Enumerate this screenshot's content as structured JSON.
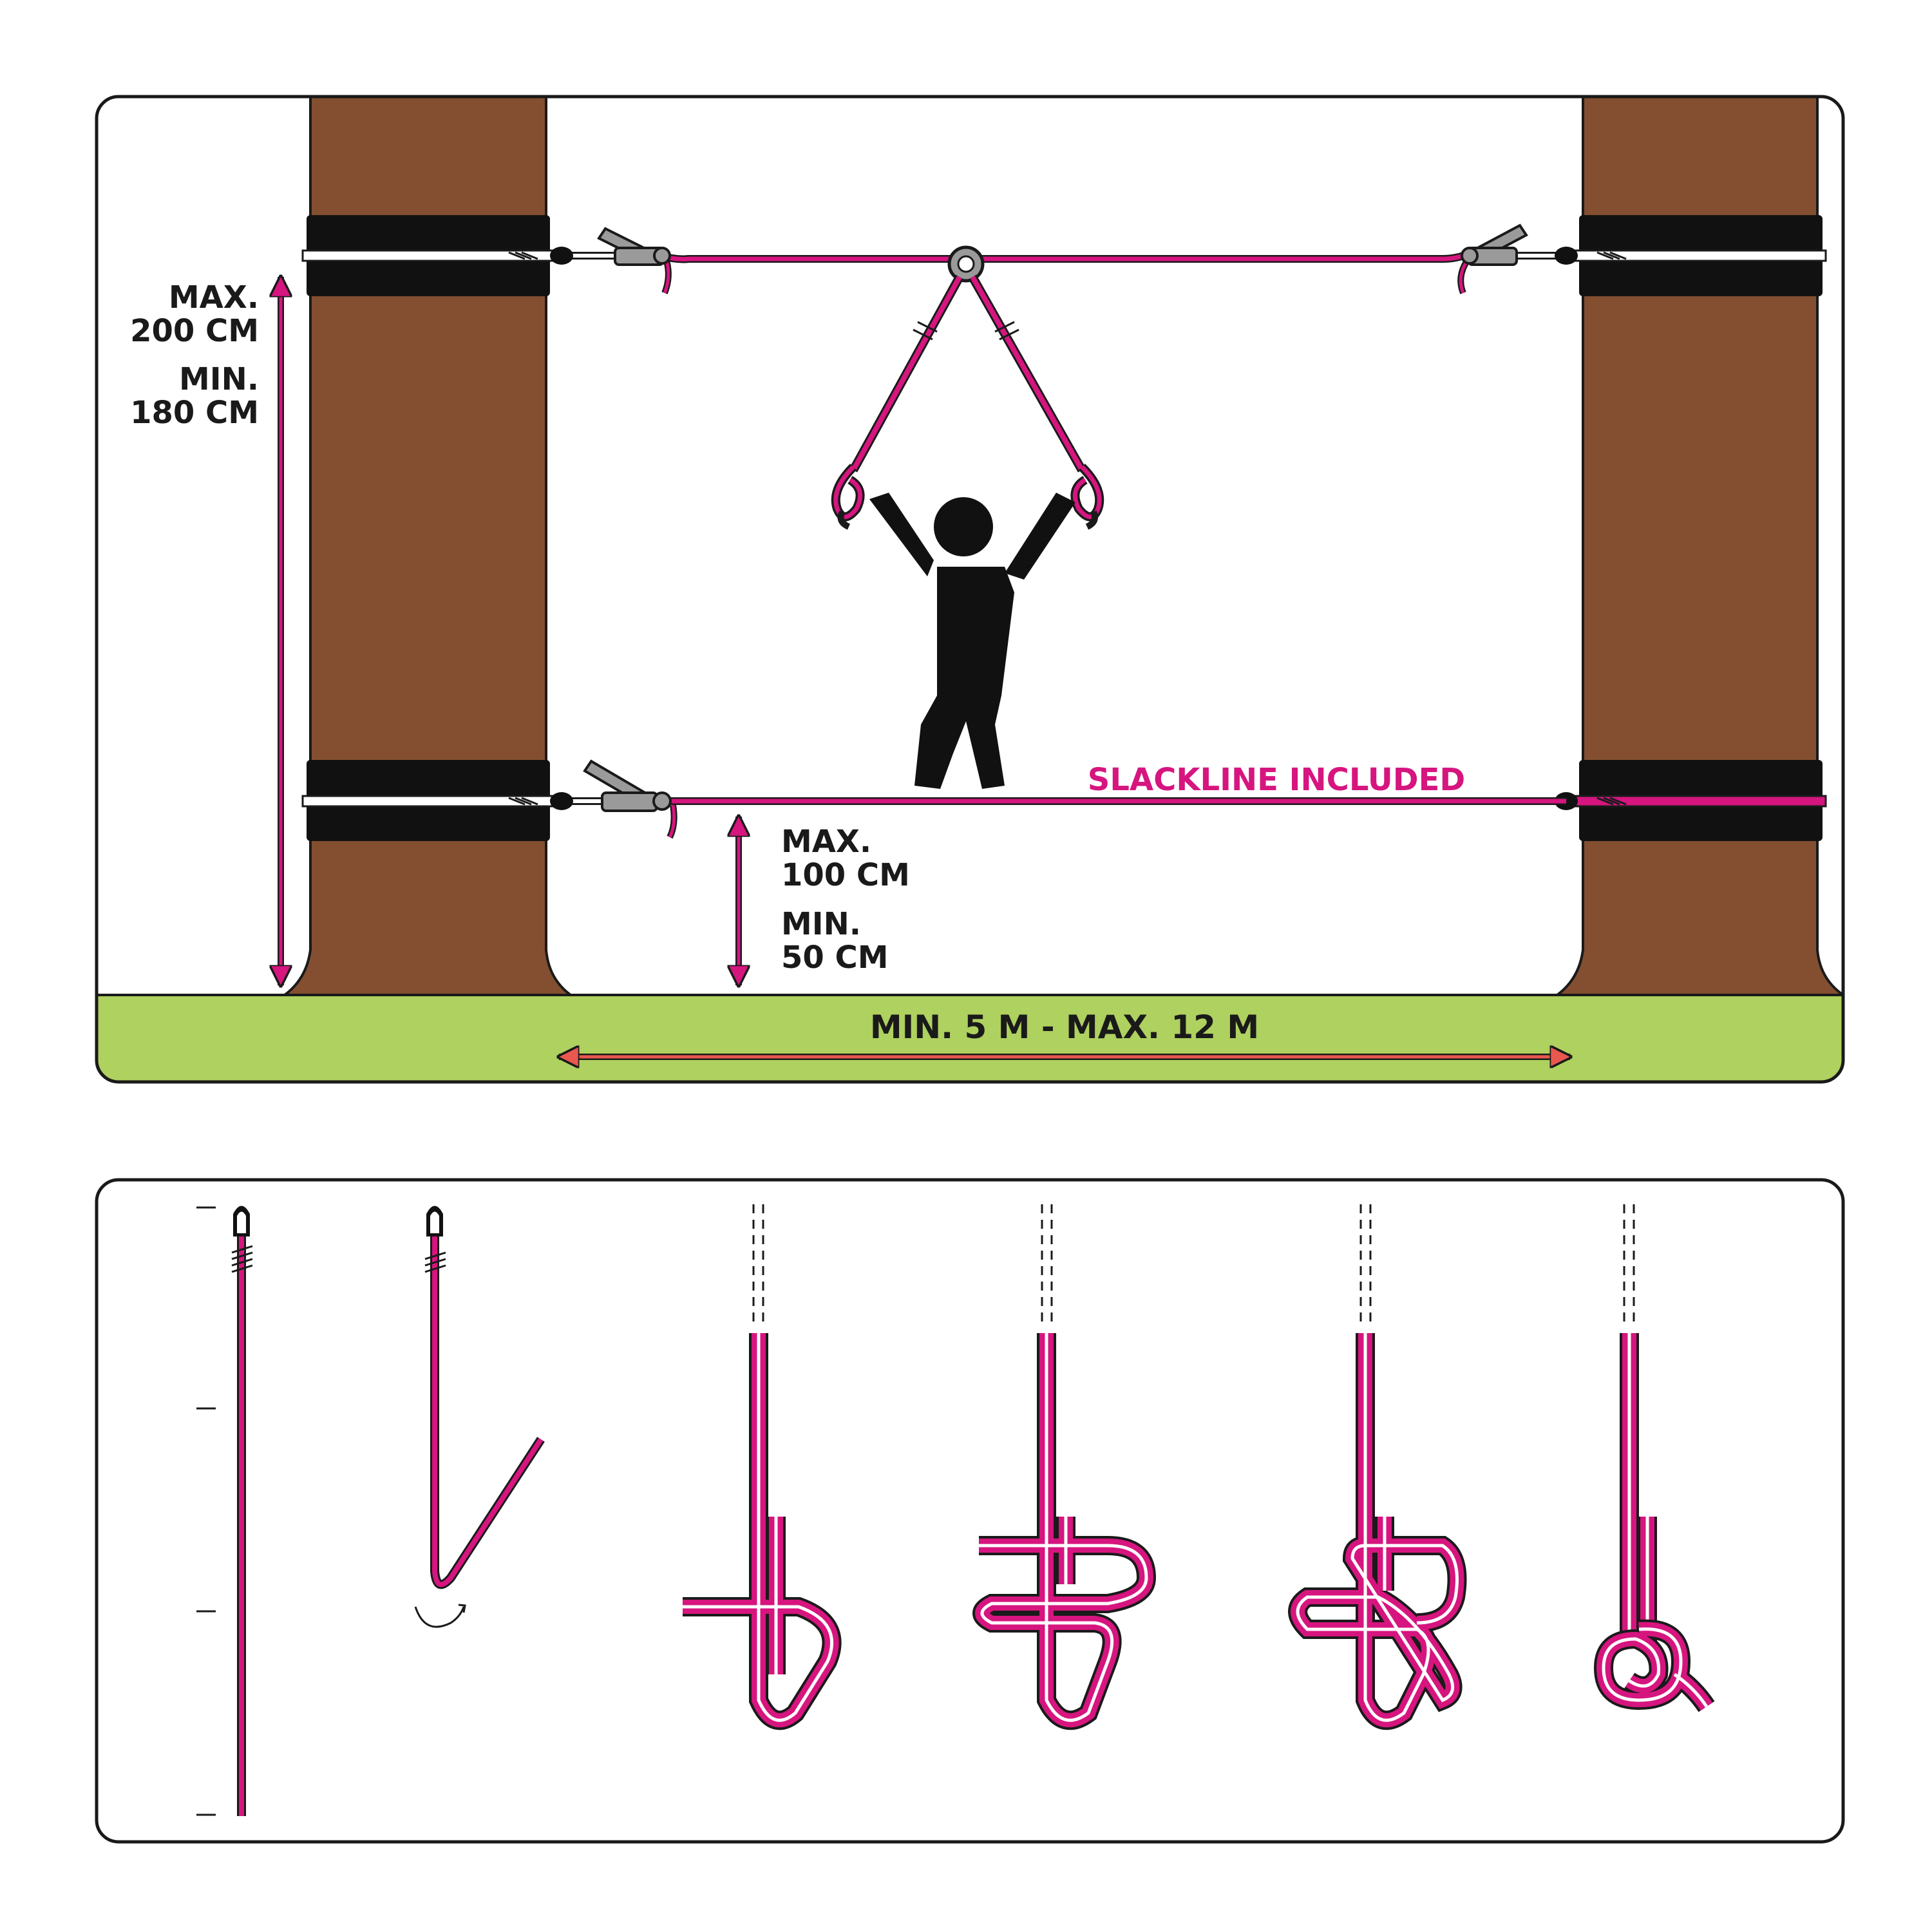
{
  "labels": {
    "upper_max": "MAX.",
    "upper_max_value": "200 CM",
    "upper_min": "MIN.",
    "upper_min_value": "180 CM",
    "lower_max": "MAX.",
    "lower_max_value": "100 CM",
    "lower_min": "MIN.",
    "lower_min_value": "50 CM",
    "distance": "MIN. 5 M - MAX. 12 M",
    "slackline": "SLACKLINE INCLUDED"
  },
  "colors": {
    "rope": "#d6157f",
    "trunk": "#834f30",
    "grass": "#aed15f",
    "strap": "#111111",
    "ratchet": "#9a9a9a",
    "arrow_head": "#e8584f",
    "outline": "#1a1a1a"
  },
  "icons": {
    "person": "person-icon",
    "ring": "ring-icon",
    "ratchet": "ratchet-icon"
  }
}
